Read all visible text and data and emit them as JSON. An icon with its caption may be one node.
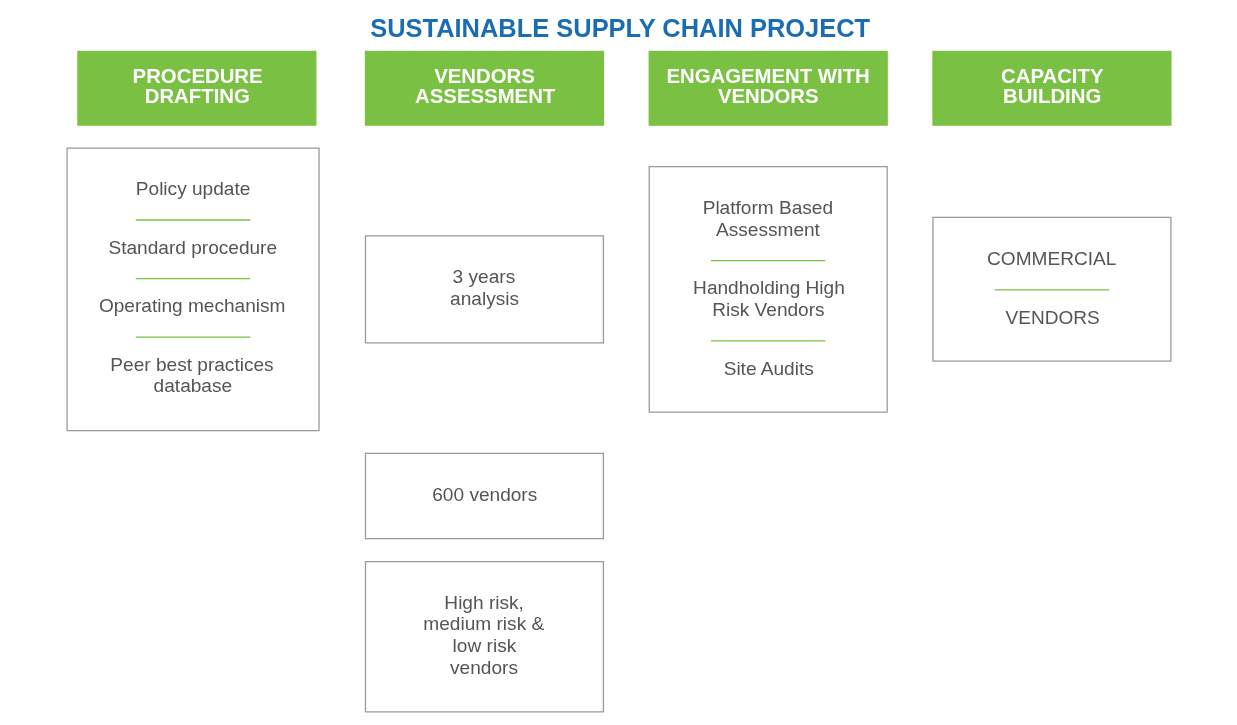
{
  "diagram": {
    "title": "SUSTAINABLE SUPPLY CHAIN PROJECT",
    "nodes": [
      {
        "text": [
          "PROCEDURE DRAFTING"
        ]
      },
      {
        "text": [
          "Policy update",
          "Standard procedure",
          "Operating mechanism",
          "Peer best practices database"
        ]
      },
      {
        "text": [
          "VENDORS ASSESSMENT"
        ]
      },
      {
        "text": [
          "3 years analysis"
        ]
      },
      {
        "text": [
          "600 vendors"
        ]
      },
      {
        "text": [
          "High risk, medium risk & low risk vendors"
        ]
      },
      {
        "text": [
          "ENGAGEMENT WITH VENDORS"
        ]
      },
      {
        "text": [
          "Platform Based Assessment",
          "Handholding High Risk Vendors",
          "Site Audits"
        ]
      },
      {
        "text": [
          "CAPACITY BUILDING"
        ]
      },
      {
        "text": [
          "COMMERCIAL",
          "VENDORS"
        ]
      }
    ]
  }
}
